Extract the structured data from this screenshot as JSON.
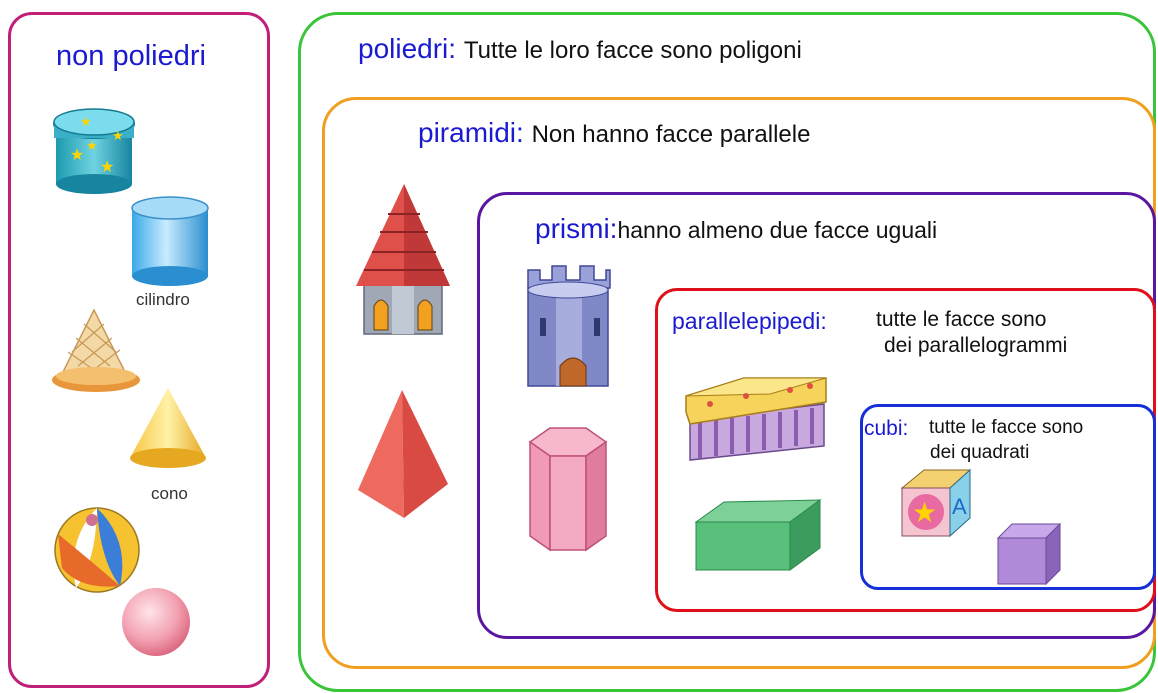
{
  "non_polyhedra": {
    "title": "non poliedri",
    "captions": {
      "cylinder": "cilindro",
      "cone": "cono"
    }
  },
  "polyhedra": {
    "keyword": "poliedri:",
    "description": "Tutte le loro facce sono poligoni"
  },
  "pyramids": {
    "keyword": "piramidi:",
    "description": "Non hanno facce parallele"
  },
  "prisms": {
    "keyword": "prismi:",
    "description": "hanno almeno due facce uguali"
  },
  "parallelepipeds": {
    "keyword": "parallelepipedi:",
    "line1": "tutte le facce sono",
    "line2": "dei parallelogrammi"
  },
  "cubes": {
    "keyword": "cubi:",
    "line1": "tutte le facce sono",
    "line2": "dei quadrati"
  },
  "colors": {
    "non_polyhedra_border": "#c0207a",
    "polyhedra_border": "#39c43a",
    "pyramids_border": "#f0a020",
    "prisms_border": "#5a16a0",
    "parallelepipeds_border": "#e0101a",
    "cubes_border": "#1530d8",
    "keyword_text": "#1a1ad0"
  }
}
